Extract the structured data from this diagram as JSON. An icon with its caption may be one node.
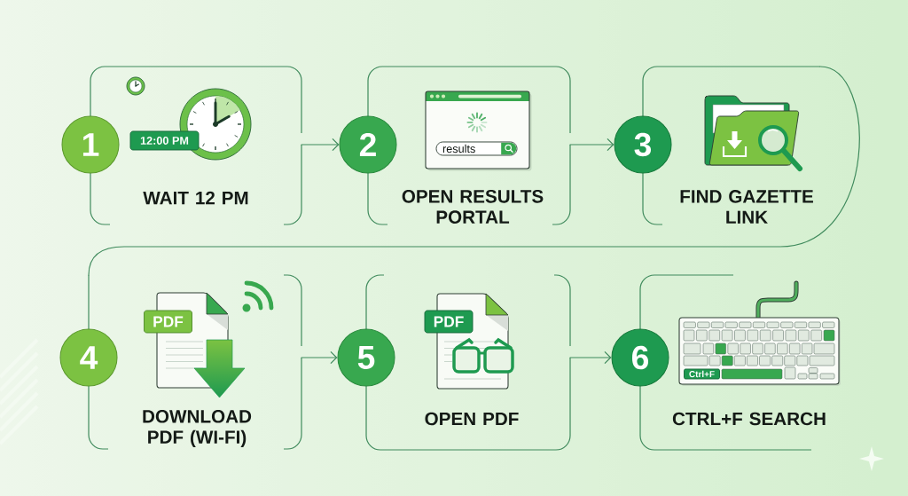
{
  "diagram": {
    "nodes": [
      {
        "text": [
          "1"
        ]
      },
      {
        "text": [
          "WAIT 12 PM"
        ]
      },
      {
        "text": [
          "12:00 PM"
        ],
        "in": 1
      },
      {
        "text": [
          "2"
        ]
      },
      {
        "text": [
          "OPEN RESULTS PORTAL"
        ]
      },
      {
        "text": [
          "results"
        ],
        "in": 4
      },
      {
        "text": [
          "3"
        ]
      },
      {
        "text": [
          "FIND GAZETTE LINK"
        ]
      },
      {
        "text": [
          "4"
        ]
      },
      {
        "text": [
          "DOWNLOAD PDF (WI-FI)"
        ]
      },
      {
        "text": [
          "PDF"
        ],
        "in": 9
      },
      {
        "text": [
          "5"
        ]
      },
      {
        "text": [
          "OPEN PDF"
        ]
      },
      {
        "text": [
          "PDF"
        ],
        "in": 12
      },
      {
        "text": [
          "6"
        ]
      },
      {
        "text": [
          "CTRL+F SEARCH"
        ]
      },
      {
        "text": [
          "Ctrl+F"
        ],
        "in": 15
      }
    ],
    "edges": [
      {
        "from": 1,
        "to": 3,
        "arrow": "to"
      },
      {
        "from": 4,
        "to": 6,
        "arrow": "to"
      },
      {
        "from": 7,
        "to": 9,
        "arrow": "none"
      },
      {
        "from": 9,
        "to": 11,
        "arrow": "to"
      },
      {
        "from": 12,
        "to": 14,
        "arrow": "to"
      }
    ]
  }
}
